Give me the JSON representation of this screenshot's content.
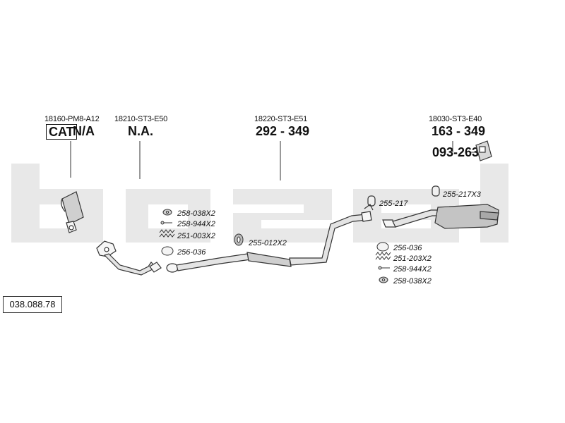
{
  "watermark_text": "bosal",
  "figure_number": "038.088.78",
  "columns": [
    {
      "oem": "18160-PM8-A12",
      "cat_label": "CAT",
      "code": "N/A"
    },
    {
      "oem": "18210-ST3-E50",
      "code": "N.A."
    },
    {
      "oem": "18220-ST3-E51",
      "code": "292 - 349"
    },
    {
      "oem": "18030-ST3-E40",
      "code": "163 - 349",
      "extra_code": "093-263"
    }
  ],
  "fittings_front": [
    "258-038X2",
    "258-944X2",
    "251-003X2",
    "256-036"
  ],
  "gasket_middle": "255-012X2",
  "hanger_rear": "255-217",
  "hanger_tail": "255-217X3",
  "fittings_rear": [
    "256-036",
    "251-203X2",
    "258-944X2",
    "258-038X2"
  ]
}
